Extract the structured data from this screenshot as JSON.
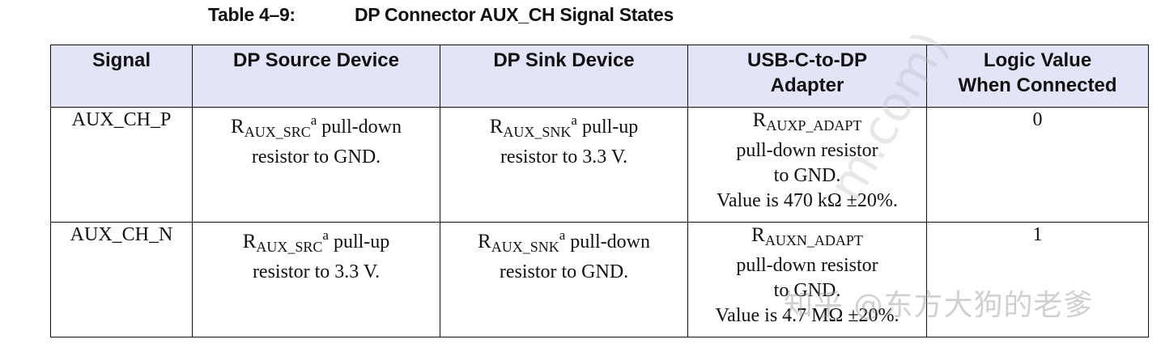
{
  "caption": {
    "number": "Table 4–9:",
    "title": "DP Connector AUX_CH Signal States"
  },
  "table": {
    "header_bg": "#e4e4f8",
    "columns": [
      {
        "line1": "Signal",
        "line2": ""
      },
      {
        "line1": "DP Source Device",
        "line2": ""
      },
      {
        "line1": "DP Sink Device",
        "line2": ""
      },
      {
        "line1": "USB-C-to-DP",
        "line2": "Adapter"
      },
      {
        "line1": "Logic Value",
        "line2": "When Connected"
      }
    ],
    "rows": [
      {
        "signal": "AUX_CH_P",
        "source": {
          "r": "R",
          "sub": "AUX_SRC",
          "sup": "a",
          "text1": " pull-down",
          "text2": "resistor to GND."
        },
        "sink": {
          "r": "R",
          "sub": "AUX_SNK",
          "sup": "a",
          "text1": " pull-up",
          "text2": "resistor to 3.3 V."
        },
        "adapter": {
          "r": "R",
          "sub": "AUXP_ADAPT",
          "line2": "pull-down resistor",
          "line3": "to GND.",
          "line4": "Value is 470 kΩ ±20%."
        },
        "logic": "0"
      },
      {
        "signal": "AUX_CH_N",
        "source": {
          "r": "R",
          "sub": "AUX_SRC",
          "sup": "a",
          "text1": " pull-up",
          "text2": "resistor to 3.3 V."
        },
        "sink": {
          "r": "R",
          "sub": "AUX_SNK",
          "sup": "a",
          "text1": " pull-down",
          "text2": "resistor to GND."
        },
        "adapter": {
          "r": "R",
          "sub": "AUXN_ADAPT",
          "line2": "pull-down resistor",
          "line3": "to GND.",
          "line4": "Value is 4.7 MΩ ±20%."
        },
        "logic": "1"
      }
    ]
  },
  "watermark": {
    "text": "知乎 @东方大狗的老爹",
    "arc_text": "m.com)"
  }
}
